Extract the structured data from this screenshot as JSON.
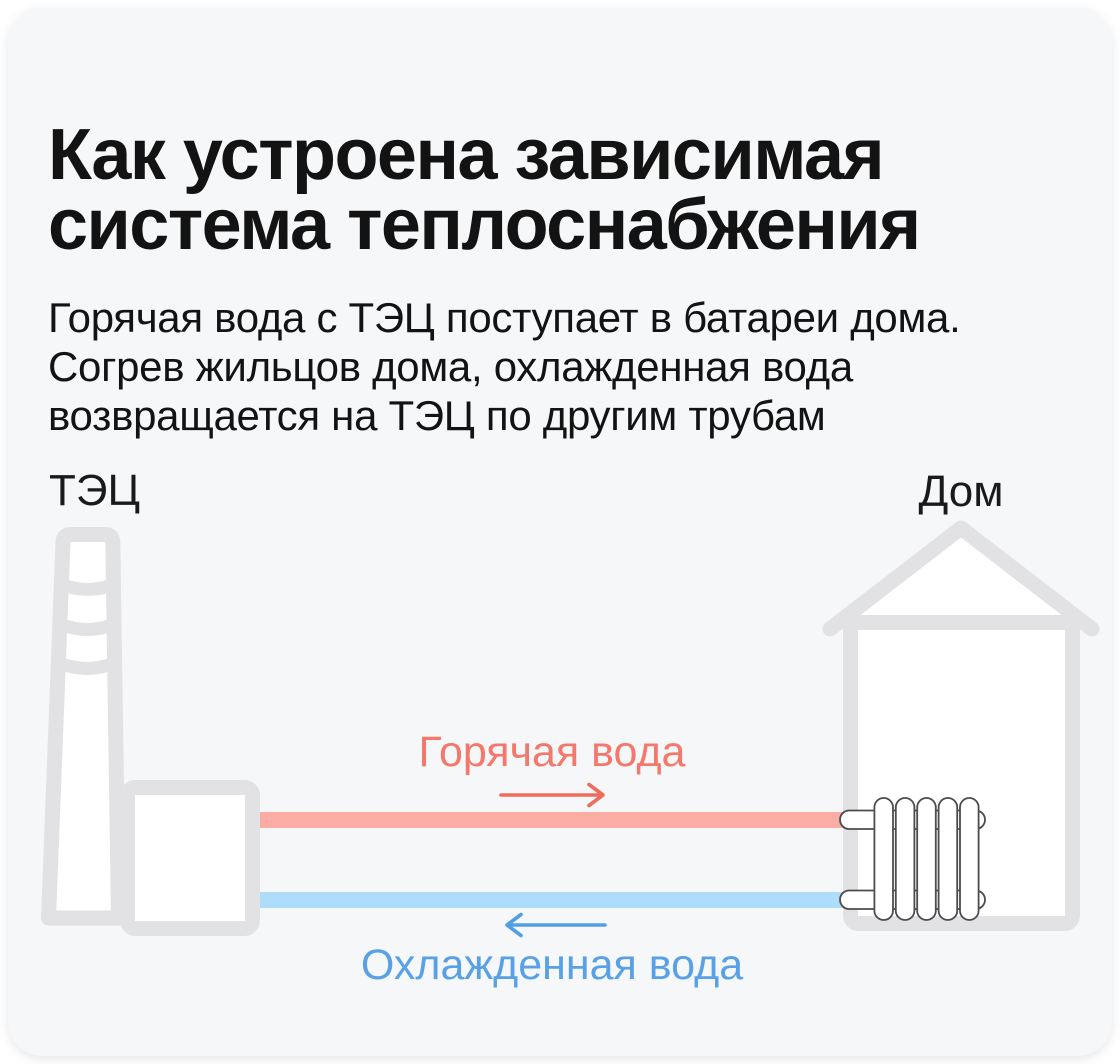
{
  "page": {
    "background_color": "#FFFFFF",
    "card_background_color": "#F6F7F8"
  },
  "card": {
    "title": "Как устроена зависимая\nсистема теплоснабжения",
    "description": "Горячая вода с ТЭЦ поступает в батареи дома.\nСогрев жильцов дома, охлажденная вода\nвозвращается на ТЭЦ по другим трубам"
  },
  "diagram": {
    "plant": {
      "label": "ТЭЦ",
      "icon": "power-plant-icon"
    },
    "house": {
      "label": "Дом",
      "icon": "house-icon"
    },
    "radiator_icon": "radiator-icon",
    "hot_pipe": {
      "label": "Горячая вода",
      "direction": "right",
      "label_color": "#F4786B",
      "arrow_color": "#EF6C5E",
      "pipe_color": "#FBACA4"
    },
    "cold_pipe": {
      "label": "Охлажденная вода",
      "direction": "left",
      "label_color": "#58A1E7",
      "arrow_color": "#539DE4",
      "pipe_color": "#AEDCFB"
    },
    "icon_outline_color": "#E2E2E4",
    "radiator_outline_color": "#4C4C4C",
    "text_color": "#131313"
  }
}
